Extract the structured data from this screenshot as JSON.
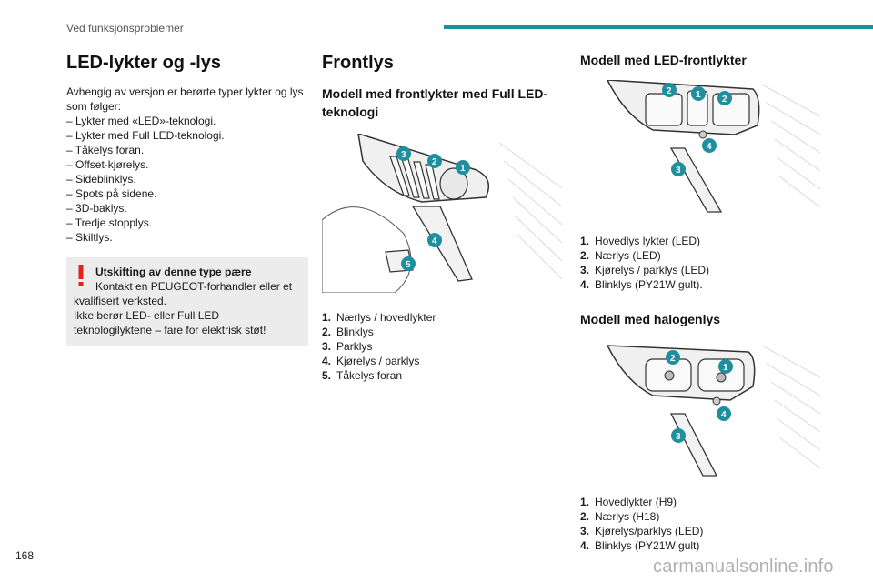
{
  "header": {
    "title": "Ved funksjonsproblemer"
  },
  "page_number": "168",
  "watermark": "carmanualsonline.info",
  "col1": {
    "title": "LED-lykter og -lys",
    "intro": "Avhengig av versjon er berørte typer lykter og lys som følger:",
    "items": [
      "Lykter med «LED»-teknologi.",
      "Lykter med Full LED-teknologi.",
      "Tåkelys foran.",
      "Offset-kjørelys.",
      "Sideblinklys.",
      "Spots på sidene.",
      "3D-baklys.",
      "Tredje stopplys.",
      "Skiltlys."
    ],
    "warning": {
      "title": "Utskifting av denne type pære",
      "line1": "Kontakt en PEUGEOT-forhandler eller et",
      "line2": "kvalifisert verksted.",
      "line3": "Ikke berør LED- eller Full LED",
      "line4": "teknologilyktene – fare for elektrisk støt!"
    }
  },
  "col2": {
    "title": "Frontlys",
    "subtitle": "Modell med frontlykter med Full LED-teknologi",
    "figure_badges": [
      "3",
      "2",
      "1",
      "4",
      "5"
    ],
    "items": [
      {
        "num": "1.",
        "text": "Nærlys / hovedlykter"
      },
      {
        "num": "2.",
        "text": "Blinklys"
      },
      {
        "num": "3.",
        "text": "Parklys"
      },
      {
        "num": "4.",
        "text": "Kjørelys / parklys"
      },
      {
        "num": "5.",
        "text": "Tåkelys foran"
      }
    ]
  },
  "col3": {
    "subtitle_led": "Modell med LED-frontlykter",
    "led_badges": [
      "2",
      "1",
      "2",
      "4",
      "3"
    ],
    "items_led": [
      {
        "num": "1.",
        "text": "Hovedlys lykter (LED)"
      },
      {
        "num": "2.",
        "text": "Nærlys (LED)"
      },
      {
        "num": "3.",
        "text": "Kjørelys / parklys (LED)"
      },
      {
        "num": "4.",
        "text": "Blinklys (PY21W gult)."
      }
    ],
    "subtitle_halogen": "Modell med halogenlys",
    "halogen_badges": [
      "2",
      "1",
      "4",
      "3"
    ],
    "items_halogen": [
      {
        "num": "1.",
        "text": "Hovedlykter (H9)"
      },
      {
        "num": "2.",
        "text": "Nærlys (H18)"
      },
      {
        "num": "3.",
        "text": "Kjørelys/parklys (LED)"
      },
      {
        "num": "4.",
        "text": "Blinklys (PY21W gult)"
      }
    ]
  },
  "colors": {
    "accent": "#1f8fa0",
    "warning": "#e2231a",
    "box": "#ececec"
  }
}
